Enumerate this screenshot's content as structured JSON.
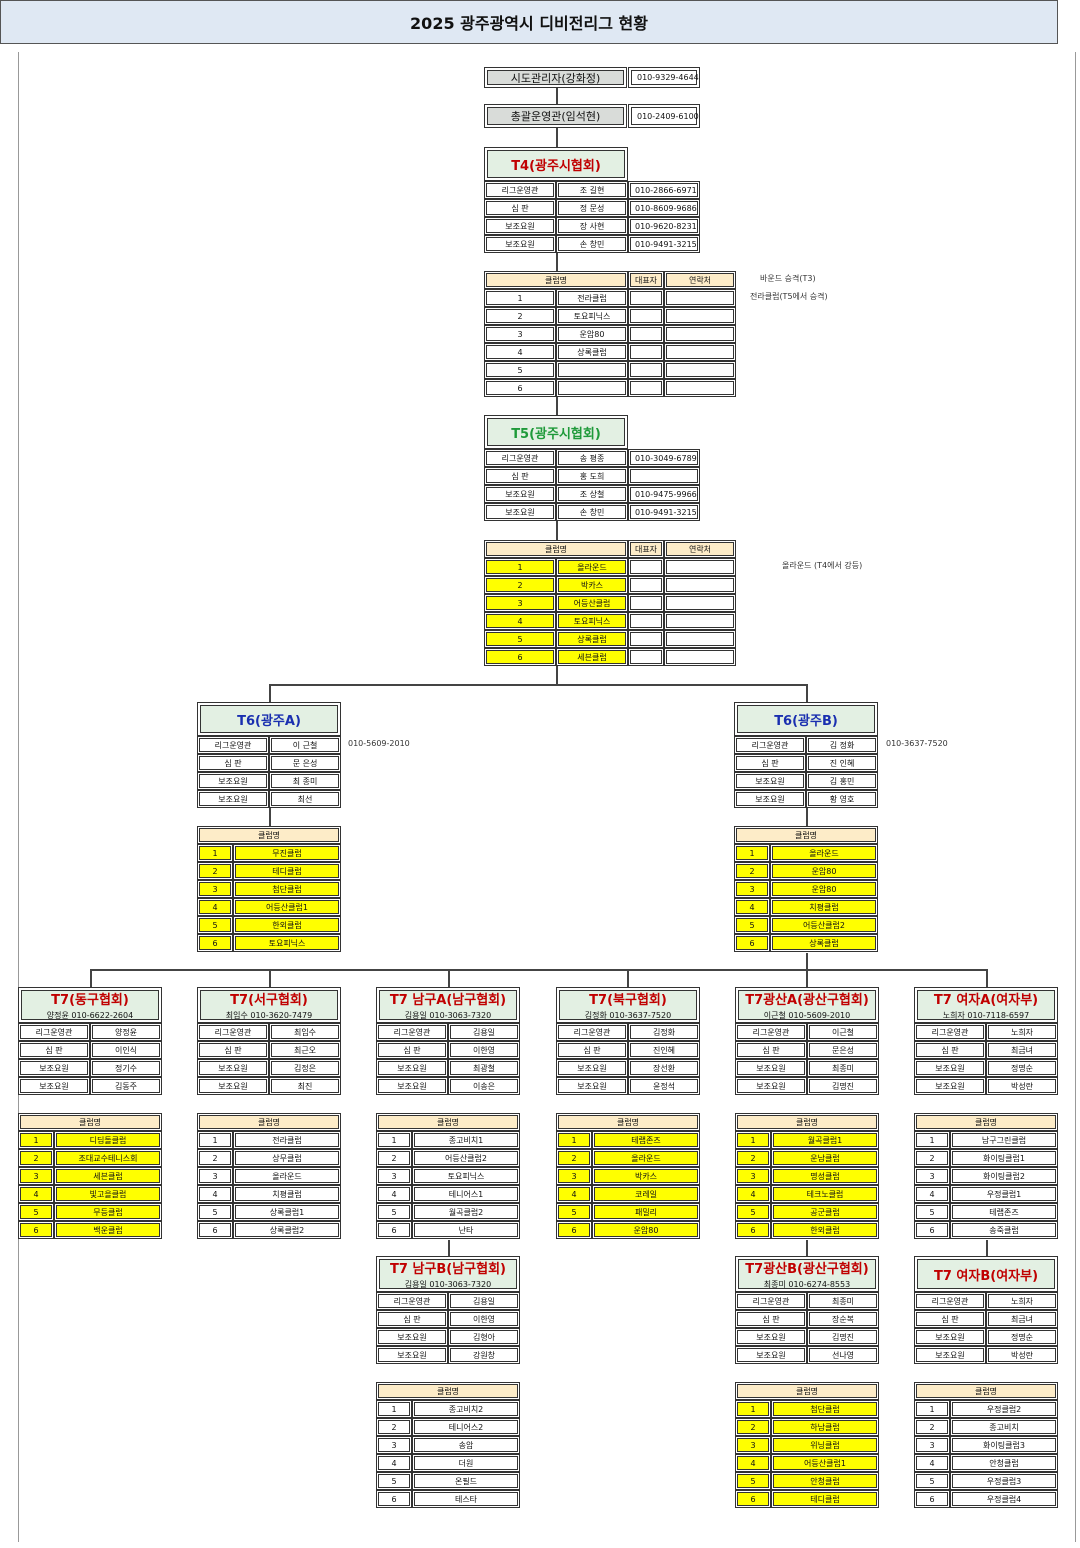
{
  "title": "2025 광주광역시 디비전리그 현황",
  "top": {
    "admin": {
      "label": "시도관리자(강화정)",
      "phone": "010-9329-4644"
    },
    "ops": {
      "label": "총괄운영관(임석현)",
      "phone": "010-2409-6100"
    }
  },
  "t4": {
    "title": "T4(광주시협회)",
    "staff": [
      {
        "role": "리그운영관",
        "name": "조 길현",
        "phone": "010-2866-6971"
      },
      {
        "role": "심 판",
        "name": "정 문성",
        "phone": "010-8609-9686"
      },
      {
        "role": "보조요원",
        "name": "장 사현",
        "phone": "010-9620-8231"
      },
      {
        "role": "보조요원",
        "name": "손 창민",
        "phone": "010-9491-3215"
      }
    ],
    "club_header": {
      "club": "클럽명",
      "rep": "대표자",
      "contact": "연락처"
    },
    "clubs": [
      {
        "no": "1",
        "name": "전라클럽",
        "hl": false
      },
      {
        "no": "2",
        "name": "토요피닉스",
        "hl": false
      },
      {
        "no": "3",
        "name": "운암80",
        "hl": false
      },
      {
        "no": "4",
        "name": "상록클럽",
        "hl": false
      },
      {
        "no": "5",
        "name": "",
        "hl": false
      },
      {
        "no": "6",
        "name": "",
        "hl": false
      }
    ],
    "notes": [
      "바운드 승격(T3)",
      "전라클럽(T5에서 승격)"
    ]
  },
  "t5": {
    "title": "T5(광주시협회)",
    "staff": [
      {
        "role": "리그운영관",
        "name": "송 평종",
        "phone": "010-3049-6789"
      },
      {
        "role": "심 판",
        "name": "홍 도희",
        "phone": ""
      },
      {
        "role": "보조요원",
        "name": "조 상철",
        "phone": "010-9475-9966"
      },
      {
        "role": "보조요원",
        "name": "손 창민",
        "phone": "010-9491-3215"
      }
    ],
    "club_header": {
      "club": "클럽명",
      "rep": "대표자",
      "contact": "연락처"
    },
    "clubs": [
      {
        "no": "1",
        "name": "올라운드",
        "hl": true
      },
      {
        "no": "2",
        "name": "박카스",
        "hl": true
      },
      {
        "no": "3",
        "name": "어등산클럽",
        "hl": true
      },
      {
        "no": "4",
        "name": "토요피닉스",
        "hl": true
      },
      {
        "no": "5",
        "name": "상록클럽",
        "hl": true
      },
      {
        "no": "6",
        "name": "세븐클럽",
        "hl": true
      }
    ],
    "notes": [
      "올라운드 (T4에서 강등)"
    ]
  },
  "t6": [
    {
      "title": "T6(광주A)",
      "phone": "010-5609-2010",
      "staff": [
        {
          "role": "리그운영관",
          "name": "이 근철"
        },
        {
          "role": "심 판",
          "name": "문 은성"
        },
        {
          "role": "보조요원",
          "name": "최 종미"
        },
        {
          "role": "보조요원",
          "name": "최선"
        }
      ],
      "club_header": "클럽명",
      "clubs": [
        {
          "no": "1",
          "name": "무진클럽",
          "hl": true
        },
        {
          "no": "2",
          "name": "테디클럽",
          "hl": true
        },
        {
          "no": "3",
          "name": "첨단클럽",
          "hl": true
        },
        {
          "no": "4",
          "name": "어등산클럽1",
          "hl": true
        },
        {
          "no": "5",
          "name": "한외클럽",
          "hl": true
        },
        {
          "no": "6",
          "name": "토요피닉스",
          "hl": true
        }
      ]
    },
    {
      "title": "T6(광주B)",
      "phone": "010-3637-7520",
      "staff": [
        {
          "role": "리그운영관",
          "name": "김 정화"
        },
        {
          "role": "심 판",
          "name": "진 인혜"
        },
        {
          "role": "보조요원",
          "name": "김 홍민"
        },
        {
          "role": "보조요원",
          "name": "황 영호"
        }
      ],
      "club_header": "클럽명",
      "clubs": [
        {
          "no": "1",
          "name": "올라운드",
          "hl": true
        },
        {
          "no": "2",
          "name": "운암80",
          "hl": true
        },
        {
          "no": "3",
          "name": "운암80",
          "hl": true
        },
        {
          "no": "4",
          "name": "치평클럽",
          "hl": true
        },
        {
          "no": "5",
          "name": "어등산클럽2",
          "hl": true
        },
        {
          "no": "6",
          "name": "상록클럽",
          "hl": true
        }
      ]
    }
  ],
  "t7": [
    {
      "title": "T7(동구협회)",
      "sub": "양정윤 010-6622-2604",
      "staff": [
        {
          "role": "리그운영관",
          "name": "양정윤"
        },
        {
          "role": "심 판",
          "name": "이인식"
        },
        {
          "role": "보조요원",
          "name": "정기수"
        },
        {
          "role": "보조요원",
          "name": "김동주"
        }
      ],
      "club_header": "클럽명",
      "clubs": [
        {
          "no": "1",
          "name": "디딤돌클럽",
          "hl": true
        },
        {
          "no": "2",
          "name": "조대교수테니스회",
          "hl": true
        },
        {
          "no": "3",
          "name": "세븐클럽",
          "hl": true
        },
        {
          "no": "4",
          "name": "빛고을클럽",
          "hl": true
        },
        {
          "no": "5",
          "name": "무등클럽",
          "hl": true
        },
        {
          "no": "6",
          "name": "백운클럽",
          "hl": true
        }
      ]
    },
    {
      "title": "T7(서구협회)",
      "sub": "최임수 010-3620-7479",
      "staff": [
        {
          "role": "리그운영관",
          "name": "최임수"
        },
        {
          "role": "심 판",
          "name": "최근오"
        },
        {
          "role": "보조요원",
          "name": "김정은"
        },
        {
          "role": "보조요원",
          "name": "최진"
        }
      ],
      "club_header": "클럽명",
      "clubs": [
        {
          "no": "1",
          "name": "전라클럽",
          "hl": false
        },
        {
          "no": "2",
          "name": "상무클럽",
          "hl": false
        },
        {
          "no": "3",
          "name": "올라운드",
          "hl": false
        },
        {
          "no": "4",
          "name": "치평클럽",
          "hl": false
        },
        {
          "no": "5",
          "name": "상록클럽1",
          "hl": false
        },
        {
          "no": "6",
          "name": "상록클럽2",
          "hl": false
        }
      ]
    },
    {
      "title": "T7 남구A(남구협회)",
      "sub": "김용일 010-3063-7320",
      "staff": [
        {
          "role": "리그운영관",
          "name": "김용일"
        },
        {
          "role": "심 판",
          "name": "이한영"
        },
        {
          "role": "보조요원",
          "name": "최광철"
        },
        {
          "role": "보조요원",
          "name": "이송은"
        }
      ],
      "club_header": "클럽명",
      "clubs": [
        {
          "no": "1",
          "name": "종고비치1",
          "hl": false
        },
        {
          "no": "2",
          "name": "어등산클럽2",
          "hl": false
        },
        {
          "no": "3",
          "name": "토요피닉스",
          "hl": false
        },
        {
          "no": "4",
          "name": "테니어스1",
          "hl": false
        },
        {
          "no": "5",
          "name": "월곡클럽2",
          "hl": false
        },
        {
          "no": "6",
          "name": "난타",
          "hl": false
        }
      ]
    },
    {
      "title": "T7(북구협회)",
      "sub": "김정화 010-3637-7520",
      "staff": [
        {
          "role": "리그운영관",
          "name": "김정화"
        },
        {
          "role": "심 판",
          "name": "진인혜"
        },
        {
          "role": "보조요원",
          "name": "장선환"
        },
        {
          "role": "보조요원",
          "name": "윤정석"
        }
      ],
      "club_header": "클럽명",
      "clubs": [
        {
          "no": "1",
          "name": "테랩존즈",
          "hl": true
        },
        {
          "no": "2",
          "name": "올라운드",
          "hl": true
        },
        {
          "no": "3",
          "name": "박카스",
          "hl": true
        },
        {
          "no": "4",
          "name": "코레일",
          "hl": true
        },
        {
          "no": "5",
          "name": "패밀리",
          "hl": true
        },
        {
          "no": "6",
          "name": "운암80",
          "hl": true
        }
      ]
    },
    {
      "title": "T7광산A(광산구협회)",
      "sub": "이근철 010-5609-2010",
      "staff": [
        {
          "role": "리그운영관",
          "name": "이근철"
        },
        {
          "role": "심 판",
          "name": "문은성"
        },
        {
          "role": "보조요원",
          "name": "최종미"
        },
        {
          "role": "보조요원",
          "name": "김명진"
        }
      ],
      "club_header": "클럽명",
      "clubs": [
        {
          "no": "1",
          "name": "월곡클럽1",
          "hl": true
        },
        {
          "no": "2",
          "name": "운남클럽",
          "hl": true
        },
        {
          "no": "3",
          "name": "명성클럽",
          "hl": true
        },
        {
          "no": "4",
          "name": "테크노클럽",
          "hl": true
        },
        {
          "no": "5",
          "name": "공군클럽",
          "hl": true
        },
        {
          "no": "6",
          "name": "한외클럽",
          "hl": true
        }
      ]
    },
    {
      "title": "T7 여자A(여자부)",
      "sub": "노희자 010-7118-6597",
      "staff": [
        {
          "role": "리그운영관",
          "name": "노희자"
        },
        {
          "role": "심 판",
          "name": "최금녀"
        },
        {
          "role": "보조요원",
          "name": "정명순"
        },
        {
          "role": "보조요원",
          "name": "박성란"
        }
      ],
      "club_header": "클럽명",
      "clubs": [
        {
          "no": "1",
          "name": "남구그린클럽",
          "hl": false
        },
        {
          "no": "2",
          "name": "화이팅클럽1",
          "hl": false
        },
        {
          "no": "3",
          "name": "화이팅클럽2",
          "hl": false
        },
        {
          "no": "4",
          "name": "우정클럽1",
          "hl": false
        },
        {
          "no": "5",
          "name": "테랩존즈",
          "hl": false
        },
        {
          "no": "6",
          "name": "송죽클럽",
          "hl": false
        }
      ]
    }
  ],
  "t7b": [
    {
      "title": "T7 남구B(남구협회)",
      "sub": "김용일 010-3063-7320",
      "staff": [
        {
          "role": "리그운영관",
          "name": "김용일"
        },
        {
          "role": "심 판",
          "name": "이한영"
        },
        {
          "role": "보조요원",
          "name": "김형아"
        },
        {
          "role": "보조요원",
          "name": "강원창"
        }
      ],
      "club_header": "클럽명",
      "clubs": [
        {
          "no": "1",
          "name": "종고비치2",
          "hl": false
        },
        {
          "no": "2",
          "name": "테니어스2",
          "hl": false
        },
        {
          "no": "3",
          "name": "송암",
          "hl": false
        },
        {
          "no": "4",
          "name": "더원",
          "hl": false
        },
        {
          "no": "5",
          "name": "온필드",
          "hl": false
        },
        {
          "no": "6",
          "name": "테스타",
          "hl": false
        }
      ]
    },
    {
      "title": "T7광산B(광산구협회)",
      "sub": "최종미 010-6274-8553",
      "staff": [
        {
          "role": "리그운영관",
          "name": "최종미"
        },
        {
          "role": "심 판",
          "name": "장순복"
        },
        {
          "role": "보조요원",
          "name": "김명진"
        },
        {
          "role": "보조요원",
          "name": "선나영"
        }
      ],
      "club_header": "클럽명",
      "clubs": [
        {
          "no": "1",
          "name": "첨단클럽",
          "hl": true
        },
        {
          "no": "2",
          "name": "하남클럽",
          "hl": true
        },
        {
          "no": "3",
          "name": "위닝클럽",
          "hl": true
        },
        {
          "no": "4",
          "name": "어등산클럽1",
          "hl": true
        },
        {
          "no": "5",
          "name": "안청클럽",
          "hl": true
        },
        {
          "no": "6",
          "name": "테디클럽",
          "hl": true
        }
      ]
    },
    {
      "title": "T7 여자B(여자부)",
      "sub": "",
      "staff": [
        {
          "role": "리그운영관",
          "name": "노희자"
        },
        {
          "role": "심 판",
          "name": "최금녀"
        },
        {
          "role": "보조요원",
          "name": "정명순"
        },
        {
          "role": "보조요원",
          "name": "박성란"
        }
      ],
      "club_header": "클럽명",
      "clubs": [
        {
          "no": "1",
          "name": "우정클럽2",
          "hl": false
        },
        {
          "no": "2",
          "name": "종고비치",
          "hl": false
        },
        {
          "no": "3",
          "name": "화이팅클럽3",
          "hl": false
        },
        {
          "no": "4",
          "name": "안청클럽",
          "hl": false
        },
        {
          "no": "5",
          "name": "우정클럽3",
          "hl": false
        },
        {
          "no": "6",
          "name": "우정클럽4",
          "hl": false
        }
      ]
    }
  ],
  "colors": {
    "header_bg": "#e3f0e3",
    "club_header_bg": "#fdecc8",
    "highlight": "#ffff00",
    "gray_box": "#d9dcd9",
    "title_bg": "#dfe8f3",
    "red_title": "#c00000",
    "green_title": "#1f9a3a",
    "blue_title": "#1a2fb0"
  }
}
